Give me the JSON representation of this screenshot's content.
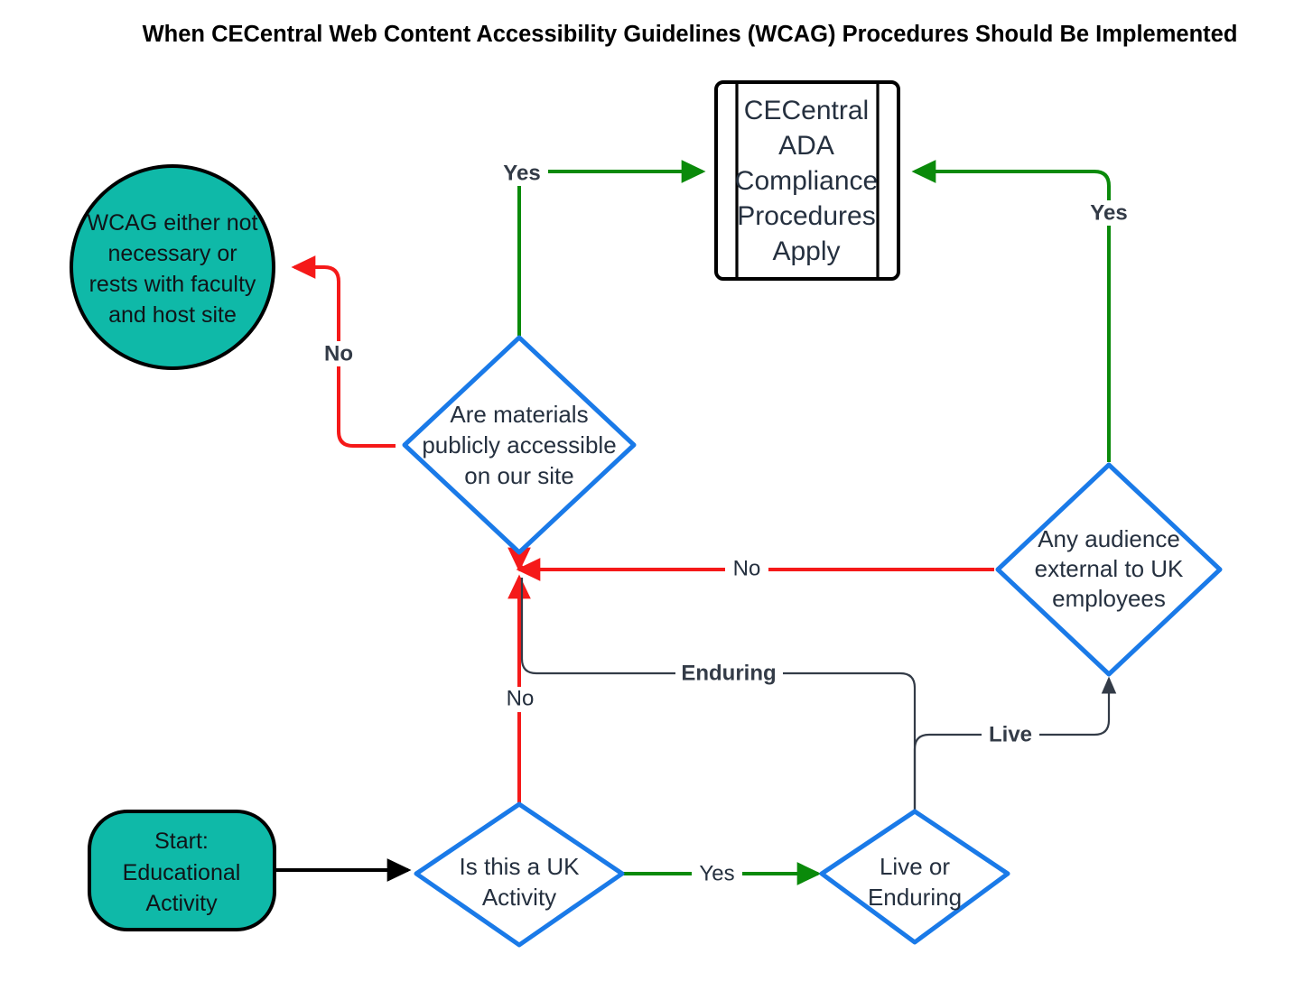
{
  "title": "When CECentral Web Content Accessibility Guidelines (WCAG) Procedures Should Be Implemented",
  "colors": {
    "teal_fill": "#0fb9a8",
    "diamond_stroke": "#1a7ae8",
    "edge_green": "#0a8a0a",
    "edge_red": "#f51919",
    "edge_dark": "#333b47",
    "edge_black": "#000000",
    "node_text": "#25303f",
    "background": "#ffffff"
  },
  "nodes": {
    "start": {
      "id": "start-educational-activity",
      "shape": "rounded-rectangle",
      "lines": [
        "Start:",
        "Educational",
        "Activity"
      ]
    },
    "outcome_no_wcag": {
      "id": "wcag-not-necessary",
      "shape": "circle",
      "lines": [
        "WCAG either not",
        "necessary or",
        "rests with faculty",
        "and host site"
      ]
    },
    "outcome_procedures": {
      "id": "cecentral-ada-procedures-apply",
      "shape": "subroutine",
      "lines": [
        "CECentral",
        "ADA",
        "Compliance",
        "Procedures",
        "Apply"
      ]
    },
    "decision_uk": {
      "id": "is-this-a-uk-activity",
      "shape": "diamond",
      "lines": [
        "Is this a UK",
        "Activity"
      ]
    },
    "decision_live_enduring": {
      "id": "live-or-enduring",
      "shape": "diamond",
      "lines": [
        "Live or",
        "Enduring"
      ]
    },
    "decision_external_audience": {
      "id": "any-audience-external-to-uk-employees",
      "shape": "diamond",
      "lines": [
        "Any audience",
        "external to UK",
        "employees"
      ]
    },
    "decision_public": {
      "id": "are-materials-publicly-accessible",
      "shape": "diamond",
      "lines": [
        "Are materials",
        "publicly accessible",
        "on our site"
      ]
    }
  },
  "edges": [
    {
      "id": "start-to-uk",
      "from": "start",
      "to": "decision_uk",
      "label": "",
      "color": "#000000",
      "bold": false
    },
    {
      "id": "uk-yes-to-live-enduring",
      "from": "decision_uk",
      "to": "decision_live_enduring",
      "label": "Yes",
      "color": "#0a8a0a",
      "bold": false
    },
    {
      "id": "uk-no-to-public",
      "from": "decision_uk",
      "to": "decision_public",
      "label": "No",
      "color": "#f51919",
      "bold": false
    },
    {
      "id": "live-to-external-audience",
      "from": "decision_live_enduring",
      "to": "decision_external_audience",
      "label": "Live",
      "color": "#333b47",
      "bold": true
    },
    {
      "id": "enduring-to-public",
      "from": "decision_live_enduring",
      "to": "decision_public",
      "label": "Enduring",
      "color": "#333b47",
      "bold": true
    },
    {
      "id": "external-audience-no-to-public",
      "from": "decision_external_audience",
      "to": "decision_public",
      "label": "No",
      "color": "#f51919",
      "bold": false
    },
    {
      "id": "external-audience-yes-to-procedures",
      "from": "decision_external_audience",
      "to": "outcome_procedures",
      "label": "Yes",
      "color": "#0a8a0a",
      "bold": true
    },
    {
      "id": "public-yes-to-procedures",
      "from": "decision_public",
      "to": "outcome_procedures",
      "label": "Yes",
      "color": "#0a8a0a",
      "bold": true
    },
    {
      "id": "public-no-to-outcome",
      "from": "decision_public",
      "to": "outcome_no_wcag",
      "label": "No",
      "color": "#f51919",
      "bold": true
    }
  ],
  "labels": {
    "yes_to_procedures_left": "Yes",
    "yes_to_procedures_right": "Yes",
    "no_to_outcome": "No",
    "no_external_audience": "No",
    "no_uk": "No",
    "enduring": "Enduring",
    "live": "Live",
    "yes_uk": "Yes"
  }
}
